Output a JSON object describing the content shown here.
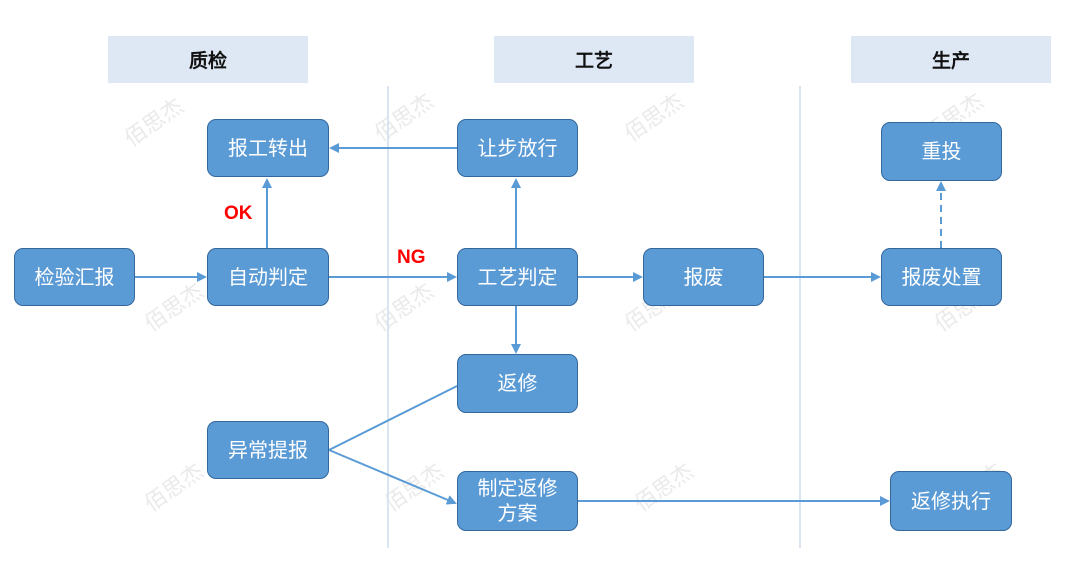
{
  "lanes": {
    "qc": "质检",
    "process": "工艺",
    "production": "生产"
  },
  "nodes": {
    "inspection_report": "检验汇报",
    "auto_judge": "自动判定",
    "report_out": "报工转出",
    "concession_release": "让步放行",
    "process_judge": "工艺判定",
    "scrap": "报废",
    "rework": "返修",
    "exception_report": "异常提报",
    "rework_plan": "制定返修\n方案",
    "scrap_handling": "报废处置",
    "reinvest": "重投",
    "rework_execute": "返修执行"
  },
  "edge_labels": {
    "ok": "OK",
    "ng": "NG"
  },
  "watermark": "佰思杰",
  "colors": {
    "box_fill": "#5b9bd5",
    "box_border": "#34679c",
    "arrow": "#5b9bd5",
    "label": "#ff0000",
    "lane_bg": "#dde8f4"
  }
}
